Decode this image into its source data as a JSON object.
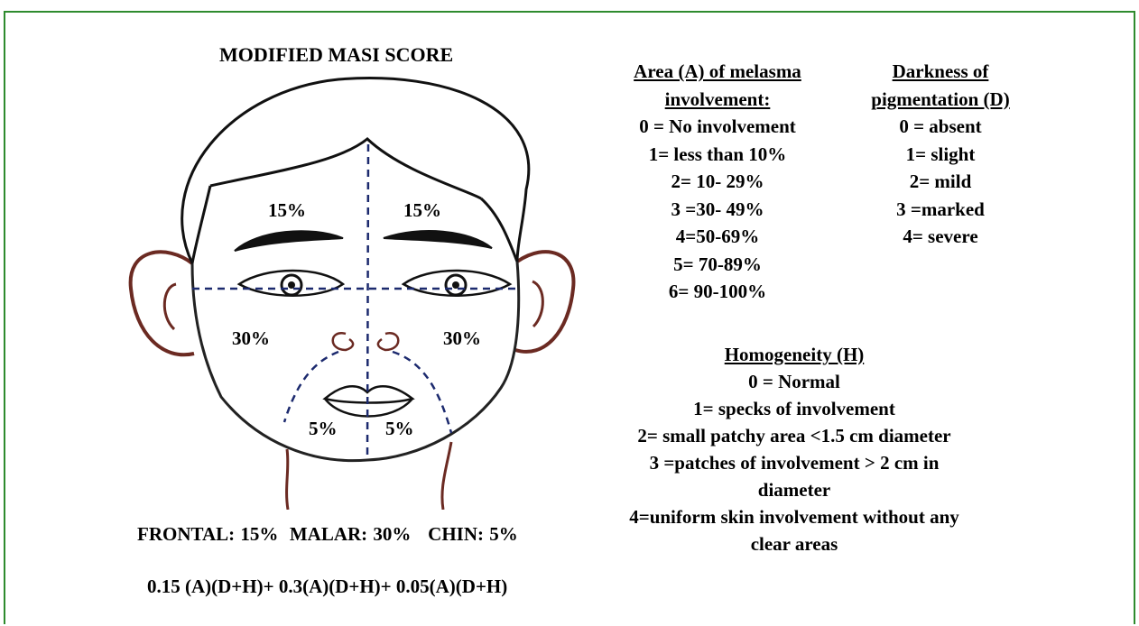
{
  "title": "MODIFIED MASI SCORE",
  "face": {
    "frontal_left": "15%",
    "frontal_right": "15%",
    "malar_left": "30%",
    "malar_right": "30%",
    "chin_left": "5%",
    "chin_right": "5%"
  },
  "area": {
    "heading_line1": "Area (A) of melasma",
    "heading_line2": "involvement:",
    "items": [
      "0 = No involvement",
      "1= less than 10%",
      "2= 10- 29%",
      "3 =30- 49%",
      "4=50-69%",
      "5= 70-89%",
      "6= 90-100%"
    ]
  },
  "darkness": {
    "heading_line1": "Darkness of",
    "heading_line2": "pigmentation (D)",
    "items": [
      "0 = absent",
      "1= slight",
      "2= mild",
      "3 =marked",
      "4= severe"
    ]
  },
  "homogeneity": {
    "heading": "Homogeneity (H)",
    "lines": [
      "0 = Normal",
      "1= specks of involvement",
      "2= small patchy area <1.5 cm diameter",
      "3 =patches of involvement > 2 cm in",
      "diameter",
      "4=uniform skin involvement without any",
      "clear areas"
    ]
  },
  "summary": "FRONTAL: 15%  MALAR: 30%   CHIN: 5%",
  "formula": "0.15 (A)(D+H)+ 0.3(A)(D+H)+ 0.05(A)(D+H)",
  "colors": {
    "border": "#2e8b2e",
    "skin_outline": "#6b2a22",
    "dashed_line": "#1c2a6e",
    "ink": "#000000"
  }
}
